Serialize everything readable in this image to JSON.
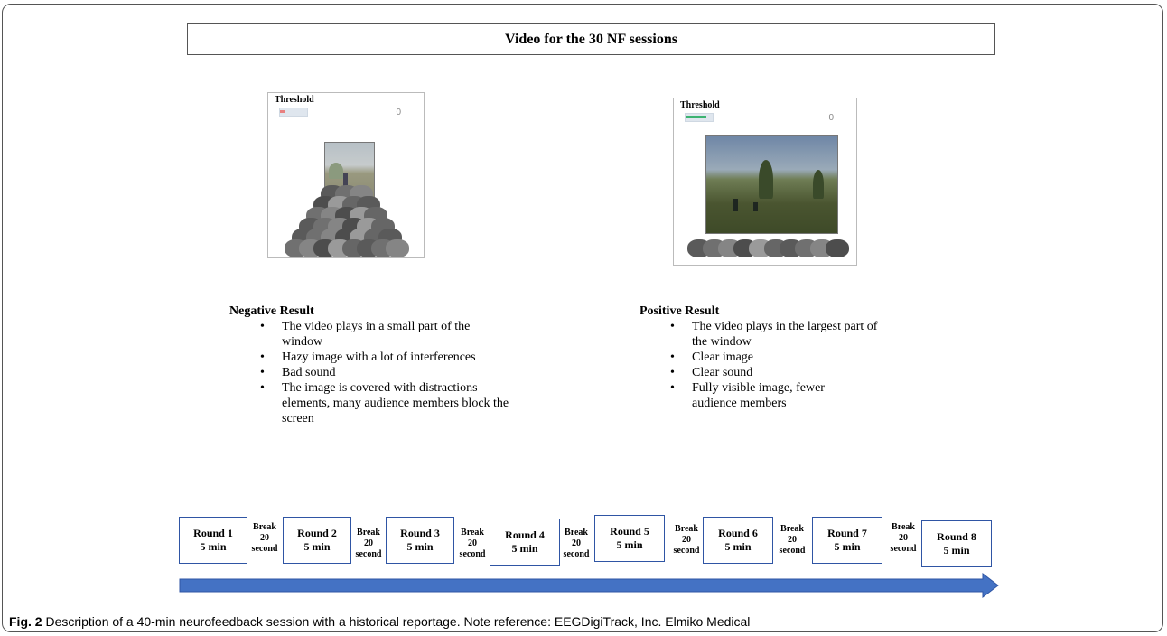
{
  "title": "Video for the 30 NF sessions",
  "screens": [
    {
      "threshold_label": "Threshold",
      "score": "0",
      "threshold_color": "#e88080",
      "threshold_level": 0.15
    },
    {
      "threshold_label": "Threshold",
      "score": "0",
      "threshold_color": "#3cb371",
      "threshold_level": 0.75
    }
  ],
  "negative": {
    "heading": "Negative Result",
    "items": [
      "The video plays in a small part of the window",
      "Hazy image with a lot of interferences",
      "Bad sound",
      "The image is covered with distractions elements, many audience members block the screen"
    ]
  },
  "positive": {
    "heading": "Positive Result",
    "items": [
      "The video plays in the largest part of the window",
      "Clear image",
      "Clear sound",
      "Fully visible image, fewer audience members"
    ]
  },
  "rounds": [
    {
      "name": "Round 1",
      "duration": "5 min"
    },
    {
      "name": "Round 2",
      "duration": "5 min"
    },
    {
      "name": "Round 3",
      "duration": "5 min"
    },
    {
      "name": "Round 4",
      "duration": "5 min"
    },
    {
      "name": "Round 5",
      "duration": "5 min"
    },
    {
      "name": "Round 6",
      "duration": "5 min"
    },
    {
      "name": "Round 7",
      "duration": "5 min"
    },
    {
      "name": "Round 8",
      "duration": "5 min"
    }
  ],
  "break": {
    "line1": "Break",
    "line2": "20",
    "line3": "second"
  },
  "arrow_color": "#4472c4",
  "caption": {
    "label": "Fig. 2",
    "text": "Description of a 40-min neurofeedback session with a historical reportage. Note reference: EEGDigiTrack, Inc. Elmiko Medical"
  }
}
